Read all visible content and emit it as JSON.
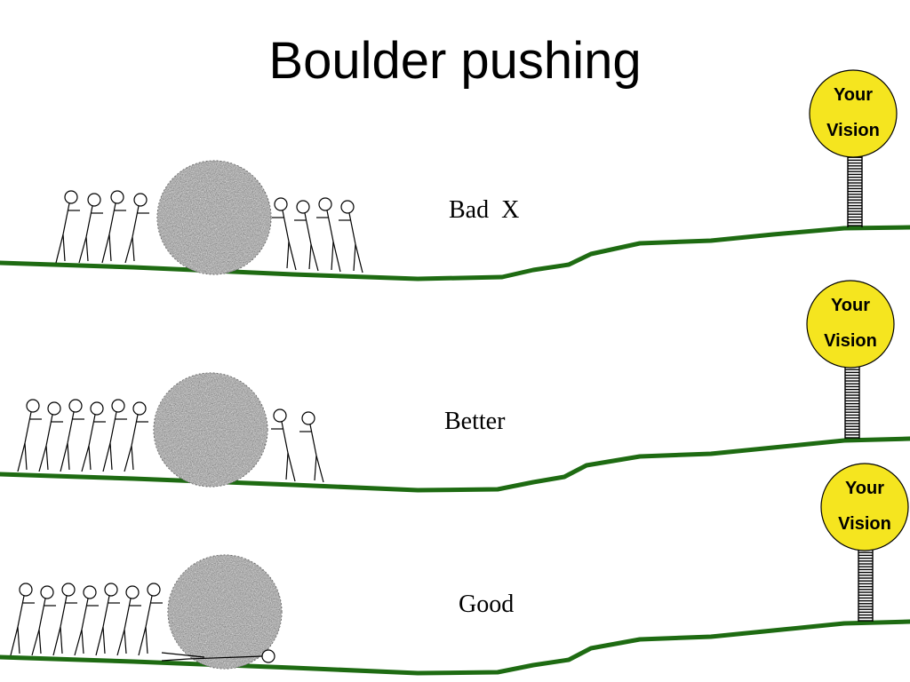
{
  "title": "Boulder pushing",
  "colors": {
    "ground": "#1e6b12",
    "sign_fill": "#f5e51f",
    "boulder_base": "#9a9a9a"
  },
  "sign": {
    "line1": "Your",
    "line2": "Vision"
  },
  "scenarios": [
    {
      "label": "Bad  X",
      "pushers_behind": 4,
      "blockers_in_front": 4
    },
    {
      "label": "Better",
      "pushers_behind": 6,
      "blockers_in_front": 2
    },
    {
      "label": "Good",
      "pushers_behind": 7,
      "blockers_in_front": 1
    }
  ]
}
